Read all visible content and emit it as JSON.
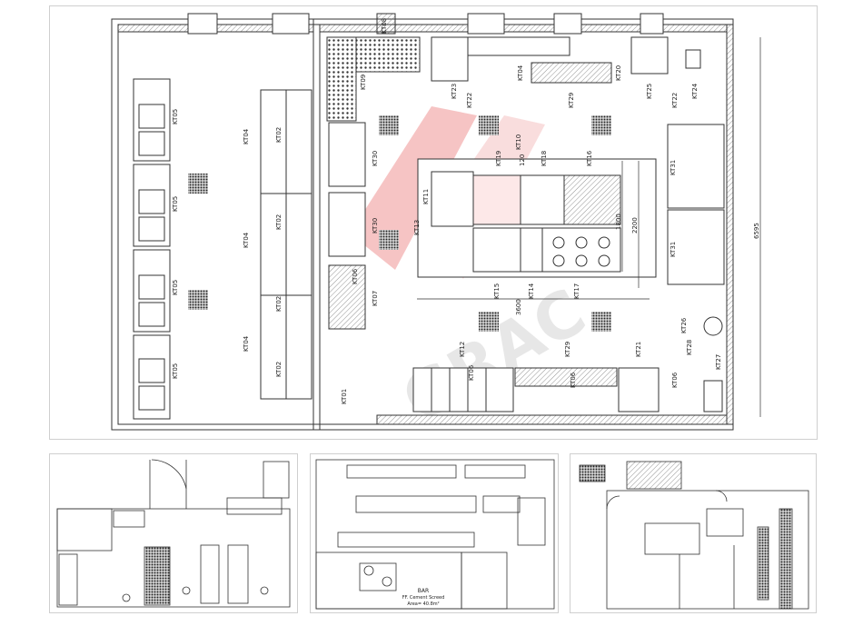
{
  "main_plan": {
    "equipment_labels": {
      "kt05_1": "KT05",
      "kt05_2": "KT05",
      "kt05_3": "KT05",
      "kt05_4": "KT05",
      "kt04_1": "KT04",
      "kt04_2": "KT04",
      "kt04_3": "KT04",
      "kt02_1": "KT02",
      "kt02_2": "KT02",
      "kt02_3": "KT02",
      "kt02_4": "KT02",
      "kt08": "KT08",
      "kt09": "KT09",
      "kt30_1": "KT30",
      "kt30_2": "KT30",
      "kt06_a": "KT06",
      "kt07": "KT07",
      "kt01": "KT01",
      "kt23": "KT23",
      "kt22_a": "KT22",
      "kt04_top": "KT04",
      "kt29_top": "KT29",
      "kt20": "KT20",
      "kt25": "KT25",
      "kt22_b": "KT22",
      "kt24": "KT24",
      "kt19": "KT19",
      "kt10": "KT10",
      "kt18": "KT18",
      "kt16": "KT16",
      "kt11": "KT11",
      "kt13": "KT13",
      "kt15": "KT15",
      "kt14": "KT14",
      "kt17": "KT17",
      "kt31_1": "KT31",
      "kt31_2": "KT31",
      "kt12": "KT12",
      "kt06_b": "KT06",
      "kt29_b": "KT29",
      "kt06_c": "KT06",
      "kt21": "KT21",
      "kt06_d": "KT06",
      "kt26": "KT26",
      "kt28": "KT28",
      "kt27": "KT27"
    },
    "dimensions": {
      "d120": "120",
      "d1800": "1800",
      "d2200": "2200",
      "d3600": "3600",
      "d6595": "6595"
    }
  },
  "thumbnail2": {
    "caption_line1": "BAR",
    "caption_line2": "FF. Cement Screed",
    "caption_line3": "Area= 40.8m²"
  },
  "colors": {
    "line": "#333333",
    "hatch": "#555555",
    "watermark": "#e85a5a"
  }
}
